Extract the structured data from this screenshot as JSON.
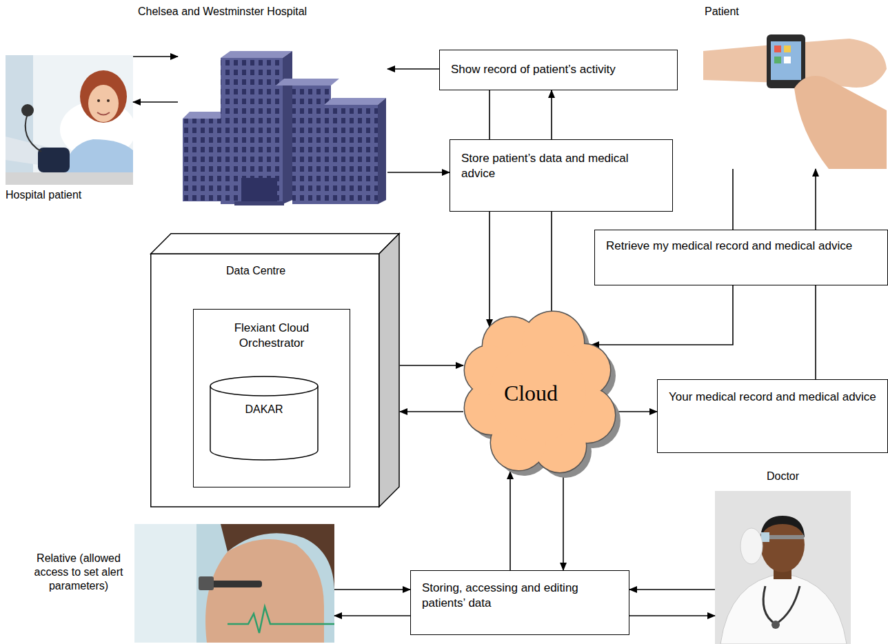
{
  "diagram": {
    "nodes": [
      {
        "text": [
          "Hospital patient"
        ]
      },
      {
        "text": [
          "Chelsea and Westminster Hospital"
        ]
      },
      {
        "text": [
          "Show record of patient’s activity"
        ]
      },
      {
        "text": [
          "Patient"
        ]
      },
      {
        "text": [
          "Store patient’s data and medical advice"
        ]
      },
      {
        "text": [
          "Retrieve my medical record and medical advice"
        ]
      },
      {
        "text": [
          "Data Centre"
        ]
      },
      {
        "text": [
          "Flexiant Cloud Orchestrator"
        ],
        "in": 6
      },
      {
        "text": [
          "DAKAR"
        ],
        "in": 7
      },
      {
        "text": [
          "Cloud"
        ]
      },
      {
        "text": [
          "Your medical record and medical advice"
        ]
      },
      {
        "text": [
          "Relative (allowed access to set alert parameters)"
        ]
      },
      {
        "text": [
          "Storing, accessing and editing patients’ data"
        ]
      },
      {
        "text": [
          "Doctor"
        ]
      }
    ],
    "edges": [
      {
        "from": 0,
        "to": 1,
        "arrow": "to"
      },
      {
        "from": 1,
        "to": 0,
        "arrow": "to"
      },
      {
        "from": 1,
        "to": 4,
        "arrow": "to"
      },
      {
        "from": 2,
        "to": 1,
        "arrow": "to"
      },
      {
        "from": 2,
        "to": 4,
        "arrow": "none"
      },
      {
        "from": 4,
        "to": 2,
        "arrow": "to"
      },
      {
        "from": 4,
        "to": 9,
        "arrow": "to"
      },
      {
        "from": 9,
        "to": 4,
        "arrow": "none"
      },
      {
        "from": 3,
        "to": 5,
        "arrow": "none"
      },
      {
        "from": 5,
        "to": 9,
        "arrow": "to"
      },
      {
        "from": 10,
        "to": 5,
        "arrow": "none"
      },
      {
        "from": 5,
        "to": 3,
        "arrow": "to"
      },
      {
        "from": 9,
        "to": 10,
        "arrow": "to"
      },
      {
        "from": 6,
        "to": 9,
        "arrow": "to"
      },
      {
        "from": 9,
        "to": 6,
        "arrow": "to"
      },
      {
        "from": 12,
        "to": 9,
        "arrow": "to"
      },
      {
        "from": 9,
        "to": 12,
        "arrow": "to"
      },
      {
        "from": 11,
        "to": 12,
        "arrow": "to"
      },
      {
        "from": 12,
        "to": 11,
        "arrow": "to"
      },
      {
        "from": 13,
        "to": 12,
        "arrow": "to"
      },
      {
        "from": 12,
        "to": 13,
        "arrow": "to"
      }
    ]
  }
}
